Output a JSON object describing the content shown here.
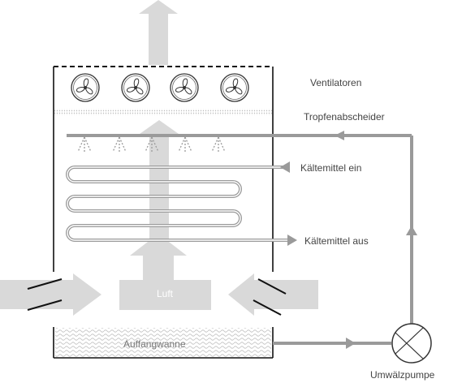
{
  "labels": {
    "ventilatoren": "Ventilatoren",
    "tropfenabscheider": "Tropfenabscheider",
    "kaeltemittel_ein": "Kältemittel ein",
    "kaeltemittel_aus": "Kältemittel aus",
    "luft": "Luft",
    "auffangwanne": "Auffangwanne",
    "umwaelzpumpe": "Umwälzpumpe"
  },
  "colors": {
    "pipe": "#9a9a9a",
    "air_arrow": "#d9d9d9",
    "frame": "#111111",
    "text": "#444444"
  },
  "fans": [
    "fan-icon",
    "fan-icon",
    "fan-icon",
    "fan-icon"
  ],
  "spray_nozzles": 5
}
